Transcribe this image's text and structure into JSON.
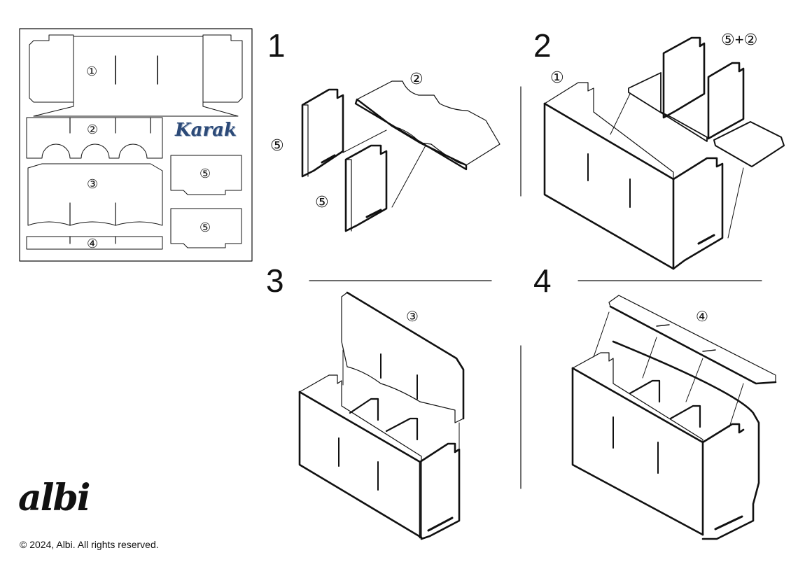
{
  "steps": {
    "s1": "1",
    "s2": "2",
    "s3": "3",
    "s4": "4"
  },
  "parts": {
    "p1": "①",
    "p2": "②",
    "p3": "③",
    "p4": "④",
    "p5": "⑤",
    "p5_plus_p2": "⑤+②"
  },
  "sheet_brand": "Karak",
  "logo": "albi",
  "copyright": "© 2024, Albi. All rights reserved.",
  "colors": {
    "line": "#111111",
    "paper": "#ffffff",
    "brand": "#2c4a78"
  }
}
